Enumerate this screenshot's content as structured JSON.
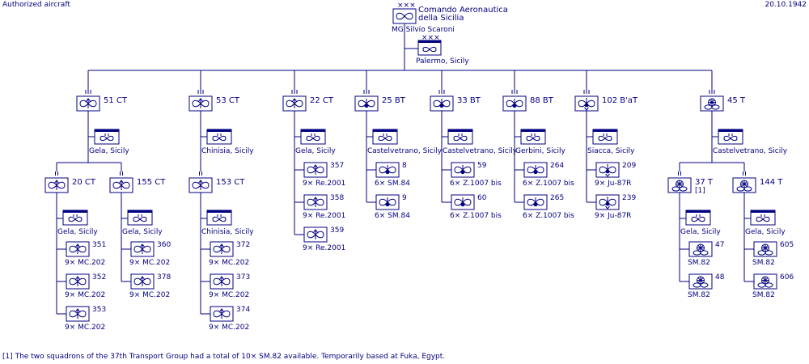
{
  "header": {
    "left": "Authorized aircraft",
    "right": "20.10.1942"
  },
  "footnote": "[1] The two squadrons of the 37th Transport Group had a total of 10× SM.82 available. Temporarily based at Fuka, Egypt.",
  "hq": {
    "name_line1": "Comando Aeronautica",
    "name_line2": "della Sicilia",
    "commander": "MG  Silvio Scaroni",
    "rank_marks": "×××",
    "base_marks": "×××",
    "base": "Palermo, Sicily"
  },
  "groups": [
    {
      "label": "51 CT",
      "type": "fighter",
      "base": "Gela, Sicily",
      "subgroups": [
        {
          "label": "20 CT",
          "type": "fighter",
          "base": "Gela, Sicily",
          "squadrons": [
            {
              "num": "351",
              "aircraft": "9× MC.202"
            },
            {
              "num": "352",
              "aircraft": "9× MC.202"
            },
            {
              "num": "353",
              "aircraft": "9× MC.202"
            }
          ]
        },
        {
          "label": "155 CT",
          "type": "fighter",
          "base": "Gela, Sicily",
          "squadrons": [
            {
              "num": "360",
              "aircraft": "9× MC.202"
            },
            {
              "num": "378",
              "aircraft": "9× MC.202"
            }
          ]
        }
      ]
    },
    {
      "label": "53 CT",
      "type": "fighter",
      "base": "Chinisia, Sicily",
      "subgroups": [
        {
          "label": "153 CT",
          "type": "fighter",
          "base": "Chinisia, Sicily",
          "squadrons": [
            {
              "num": "372",
              "aircraft": "9× MC.202"
            },
            {
              "num": "373",
              "aircraft": "9× MC.202"
            },
            {
              "num": "374",
              "aircraft": "9× MC.202"
            }
          ]
        }
      ]
    },
    {
      "label": "22 CT",
      "type": "fighter",
      "base": "Gela, Sicily",
      "squadrons": [
        {
          "num": "357",
          "aircraft": "9× Re.2001"
        },
        {
          "num": "358",
          "aircraft": "9× Re.2001"
        },
        {
          "num": "359",
          "aircraft": "9× Re.2001"
        }
      ]
    },
    {
      "label": "25 BT",
      "type": "bomber",
      "base": "Castelvetrano, Sicily",
      "squadrons": [
        {
          "num": "8",
          "aircraft": "6× SM.84"
        },
        {
          "num": "9",
          "aircraft": "6× SM.84"
        }
      ]
    },
    {
      "label": "33 BT",
      "type": "bomber",
      "base": "Castelvetrano, Sicily",
      "squadrons": [
        {
          "num": "59",
          "aircraft": "6× Z.1007 bis"
        },
        {
          "num": "60",
          "aircraft": "6× Z.1007 bis"
        }
      ]
    },
    {
      "label": "88 BT",
      "type": "bomber",
      "base": "Gerbini, Sicily",
      "squadrons": [
        {
          "num": "264",
          "aircraft": "6× Z.1007 bis"
        },
        {
          "num": "265",
          "aircraft": "6× Z.1007 bis"
        }
      ]
    },
    {
      "label": "102 B'aT",
      "type": "divebomber",
      "base": "Siacca, Sicily",
      "squadrons": [
        {
          "num": "209",
          "aircraft": "9× Ju-87R"
        },
        {
          "num": "239",
          "aircraft": "9× Ju-87R"
        }
      ]
    },
    {
      "label": "45 T",
      "type": "transport",
      "base": "Castelvetrano, Sicily",
      "subgroups": [
        {
          "label": "37 T",
          "note": "[1]",
          "type": "transport",
          "base": "Gela, Sicily",
          "squadrons": [
            {
              "num": "47",
              "aircraft": "SM.82"
            },
            {
              "num": "48",
              "aircraft": "SM.82"
            }
          ]
        },
        {
          "label": "144 T",
          "type": "transport",
          "base": "Gela, Sicily",
          "squadrons": [
            {
              "num": "605",
              "aircraft": "SM.82"
            },
            {
              "num": "606",
              "aircraft": "SM.82"
            }
          ]
        }
      ]
    }
  ]
}
